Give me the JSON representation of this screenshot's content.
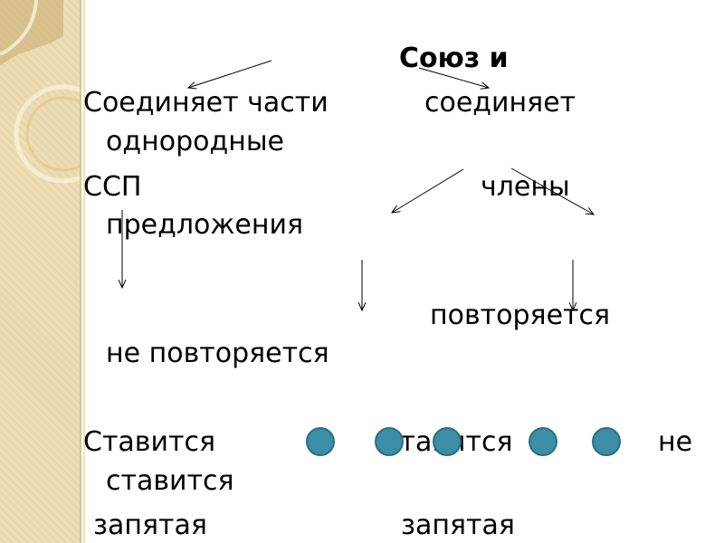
{
  "title": "Союз и",
  "left_branch": {
    "function_line1": "Соединяет части",
    "function_line2": "ССП",
    "repeat": "не повторяется",
    "comma": "Ставится",
    "comma_word": "запятая"
  },
  "right_branch": {
    "function_line1": "соединяет",
    "function_line1b": "однородные",
    "function_line2": "члены",
    "function_line2b": "предложения",
    "repeat": "повторяется",
    "comma_yes": "ставится",
    "comma_no": "не",
    "comma_no2": "ставится",
    "comma_word": "запятая"
  },
  "colors": {
    "accent_dot": "#3b8ea5",
    "side_panel": "#ead8ac"
  }
}
